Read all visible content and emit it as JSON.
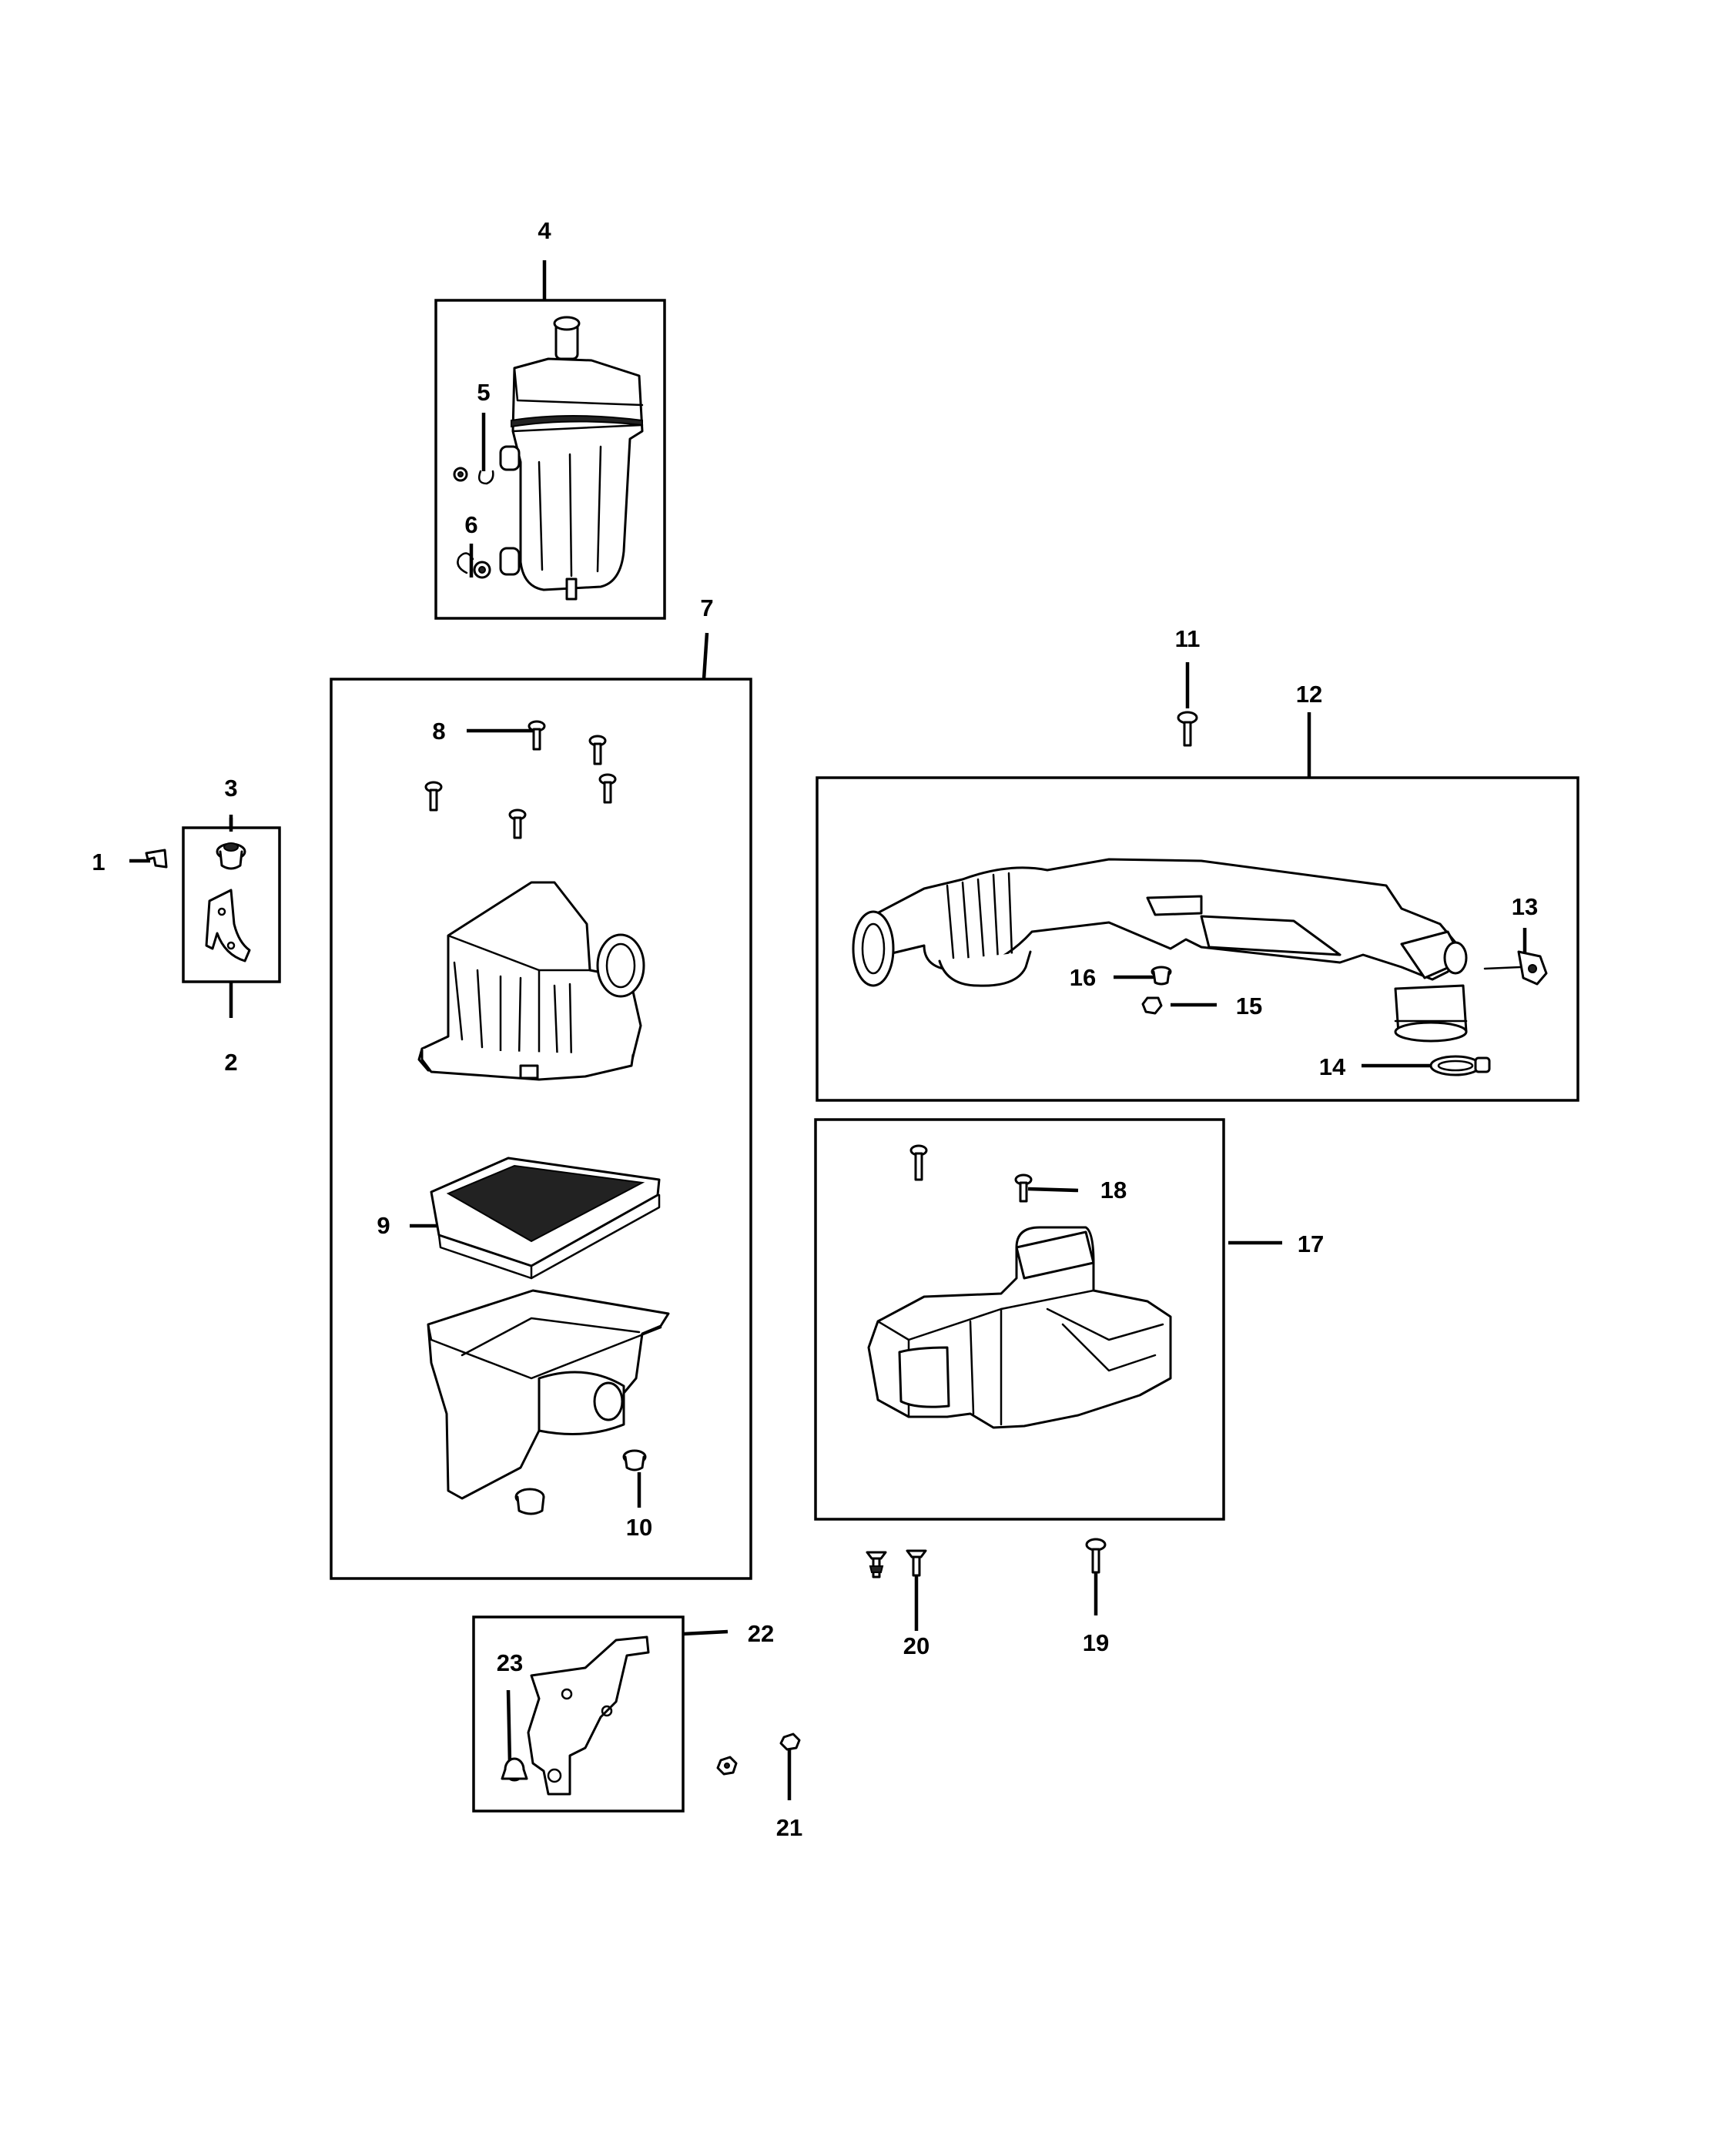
{
  "diagram": {
    "callouts": [
      "1",
      "2",
      "3",
      "4",
      "5",
      "6",
      "7",
      "8",
      "9",
      "10",
      "11",
      "12",
      "13",
      "14",
      "15",
      "16",
      "17",
      "18",
      "19",
      "20",
      "21",
      "22",
      "23"
    ]
  },
  "parts": [
    {
      "ref": "1",
      "icon": "clip-icon"
    },
    {
      "ref": "2",
      "icon": "bracket-icon"
    },
    {
      "ref": "3",
      "icon": "grommet-icon"
    },
    {
      "ref": "4",
      "icon": "resonator-icon"
    },
    {
      "ref": "5",
      "icon": "hose-clamp-icon"
    },
    {
      "ref": "6",
      "icon": "hose-clamp-icon"
    },
    {
      "ref": "7",
      "icon": "air-cleaner-housing-icon"
    },
    {
      "ref": "8",
      "icon": "screw-icon"
    },
    {
      "ref": "9",
      "icon": "air-filter-icon"
    },
    {
      "ref": "10",
      "icon": "grommet-icon"
    },
    {
      "ref": "11",
      "icon": "bolt-icon"
    },
    {
      "ref": "12",
      "icon": "clean-air-duct-icon"
    },
    {
      "ref": "13",
      "icon": "sensor-icon"
    },
    {
      "ref": "14",
      "icon": "hose-clamp-icon"
    },
    {
      "ref": "15",
      "icon": "nut-icon"
    },
    {
      "ref": "16",
      "icon": "grommet-icon"
    },
    {
      "ref": "17",
      "icon": "air-inlet-duct-icon"
    },
    {
      "ref": "18",
      "icon": "screw-icon"
    },
    {
      "ref": "19",
      "icon": "bolt-icon"
    },
    {
      "ref": "20",
      "icon": "push-pin-icon"
    },
    {
      "ref": "21",
      "icon": "nut-icon"
    },
    {
      "ref": "22",
      "icon": "bracket-icon"
    },
    {
      "ref": "23",
      "icon": "grommet-icon"
    }
  ]
}
